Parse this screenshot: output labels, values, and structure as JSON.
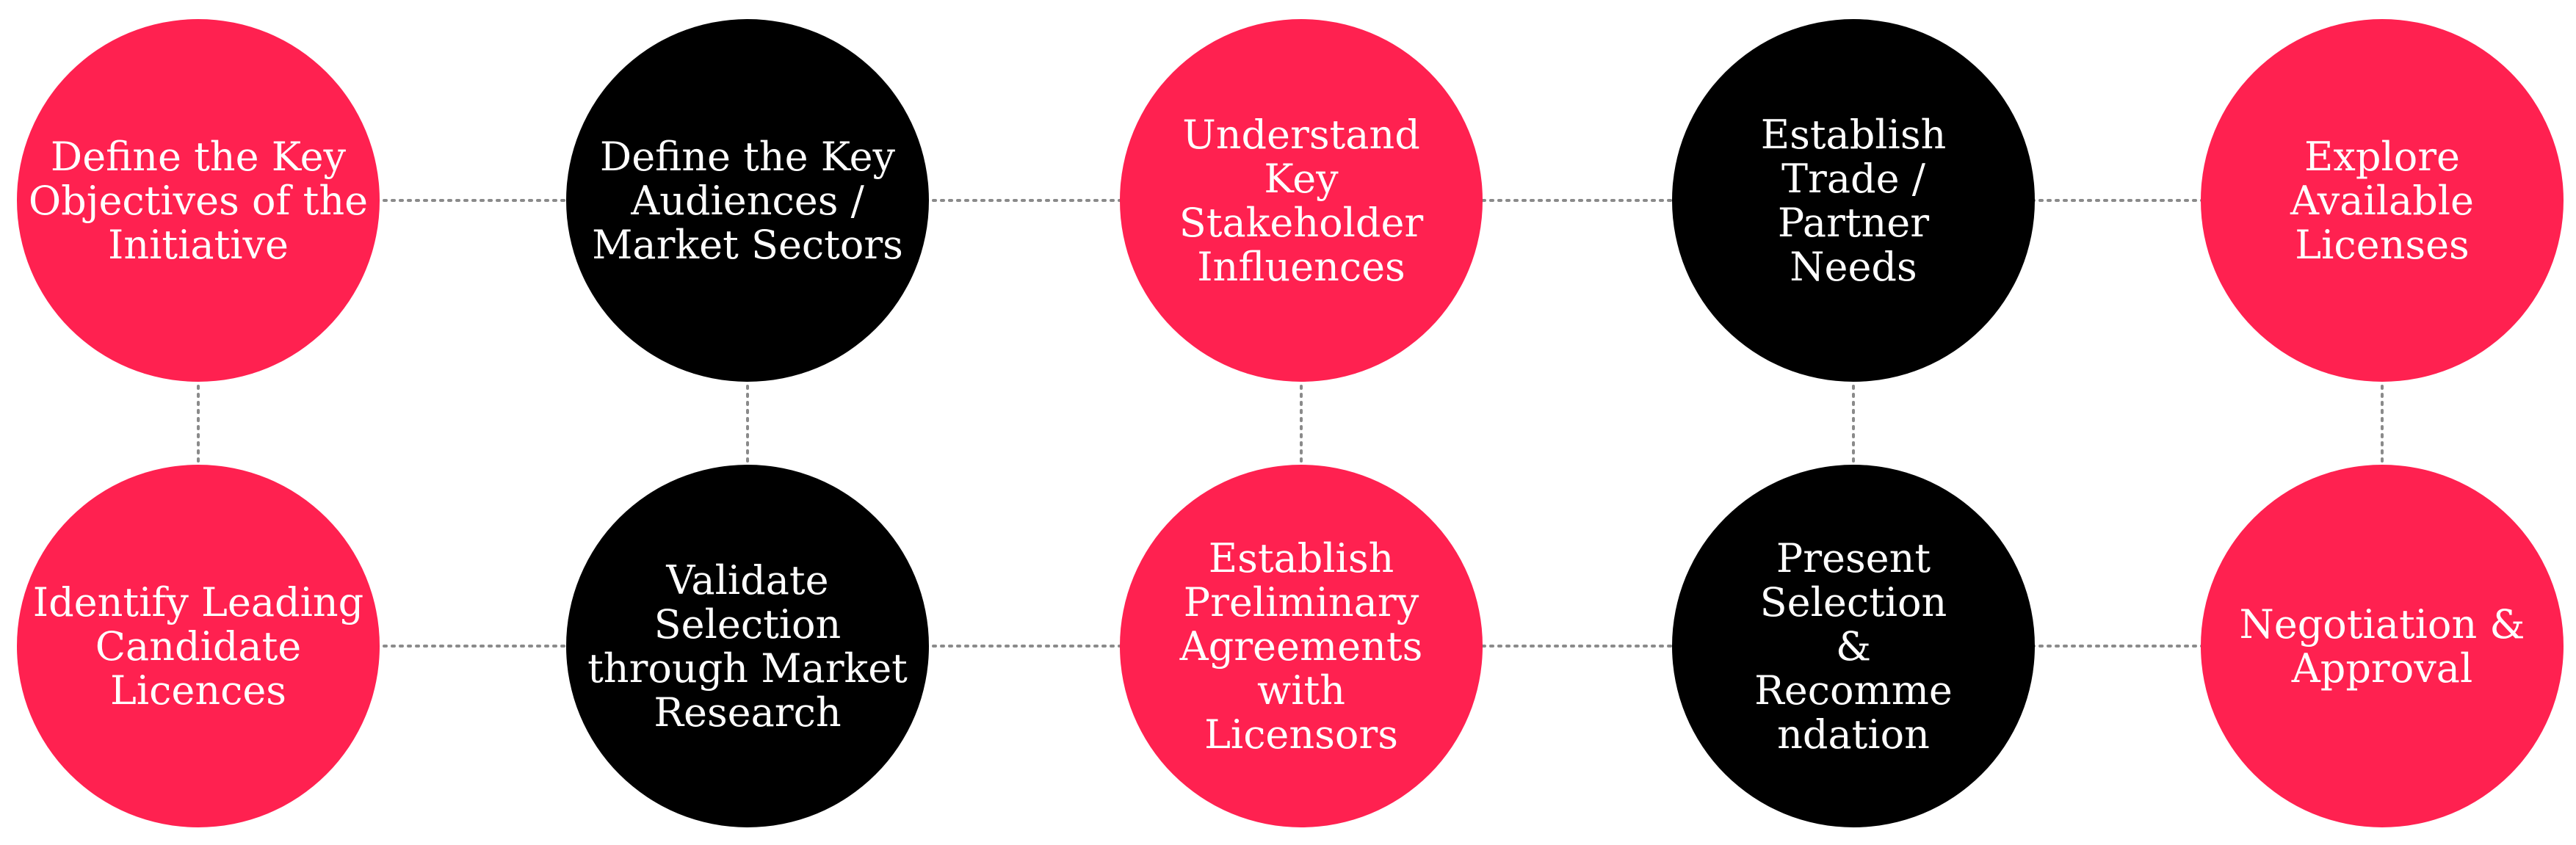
{
  "colors": {
    "red": "#FF2150",
    "black": "#000000",
    "text": "#FFFFFF",
    "connector": "#8A8A8A"
  },
  "steps": [
    {
      "id": "s1",
      "label": "Define the Key Objectives of the Initiative",
      "lines": [
        "Define the Key",
        "Objectives of the",
        "Initiative"
      ],
      "color": "red"
    },
    {
      "id": "s2",
      "label": "Define the Key Audiences / Market Sectors",
      "lines": [
        "Define the Key",
        "Audiences /",
        "Market Sectors"
      ],
      "color": "black"
    },
    {
      "id": "s3",
      "label": "Understand Key Stakeholder Influences",
      "lines": [
        "Understand",
        "Key",
        "Stakeholder",
        "Influences"
      ],
      "color": "red"
    },
    {
      "id": "s4",
      "label": "Establish Trade / Partner Needs",
      "lines": [
        "Establish",
        "Trade /",
        "Partner",
        "Needs"
      ],
      "color": "black"
    },
    {
      "id": "s5",
      "label": "Explore Available Licenses",
      "lines": [
        "Explore",
        "Available",
        "Licenses"
      ],
      "color": "red"
    },
    {
      "id": "s6",
      "label": "Identify Leading Candidate Licences",
      "lines": [
        "Identify Leading",
        "Candidate",
        "Licences"
      ],
      "color": "red"
    },
    {
      "id": "s7",
      "label": "Validate Selection through Market Research",
      "lines": [
        "Validate",
        "Selection",
        "through Market",
        "Research"
      ],
      "color": "black"
    },
    {
      "id": "s8",
      "label": "Establish Preliminary Agreements with Licensors",
      "lines": [
        "Establish",
        "Preliminary",
        "Agreements",
        "with",
        "Licensors"
      ],
      "color": "red"
    },
    {
      "id": "s9",
      "label": "Present Selection & Recommendation",
      "lines": [
        "Present",
        "Selection",
        "&",
        "Recomme",
        "ndation"
      ],
      "color": "black"
    },
    {
      "id": "s10",
      "label": "Negotiation & Approval",
      "lines": [
        "Negotiation &",
        "Approval"
      ],
      "color": "red"
    }
  ]
}
